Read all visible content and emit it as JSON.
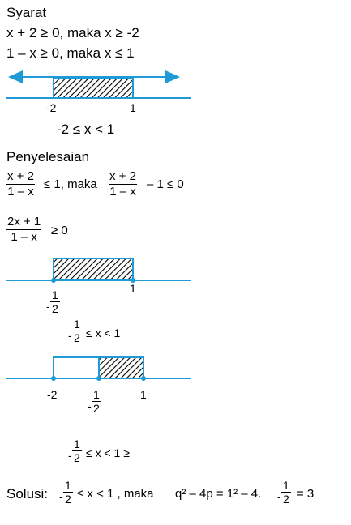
{
  "syarat": {
    "heading": "Syarat",
    "cond1": "x + 2 ≥ 0, maka x ≥ -2",
    "cond2": "1 – x ≥ 0, maka x ≤ 1",
    "nl1_left": "-2",
    "nl1_right": "1",
    "result": "-2 ≤ x < 1"
  },
  "penyelesaian": {
    "heading": "Penyelesaian",
    "frac_a_num": "x + 2",
    "frac_a_den": "1 – x",
    "ineq1_mid": "≤ 1, maka",
    "frac_b_num": "x + 2",
    "frac_b_den": "1 – x",
    "ineq1_end": "– 1 ≤ 0",
    "frac_c_num": "2x + 1",
    "frac_c_den": "1 – x",
    "ineq2_end": "≥ 0",
    "nl2_left_sign": "-",
    "nl2_left_num": "1",
    "nl2_left_den": "2",
    "nl2_right": "1",
    "res2_sign": "-",
    "res2_num": "1",
    "res2_den": "2",
    "res2_rest": "≤ x < 1",
    "nl3_left": "-2",
    "nl3_mid_sign": "-",
    "nl3_mid_num": "1",
    "nl3_mid_den": "2",
    "nl3_right": "1",
    "res3_sign": "-",
    "res3_num": "1",
    "res3_den": "2",
    "res3_rest": "≤ x < 1 ≥"
  },
  "solusi": {
    "label": "Solusi:",
    "sign": "-",
    "num": "1",
    "den": "2",
    "mid": "≤ x < 1 , maka",
    "q_expr": "q² – 4p = 1² – 4.",
    "sign2": "-",
    "num2": "1",
    "den2": "2",
    "end": "= 3"
  },
  "colors": {
    "line": "#1e9bd7",
    "ink": "#000000"
  }
}
